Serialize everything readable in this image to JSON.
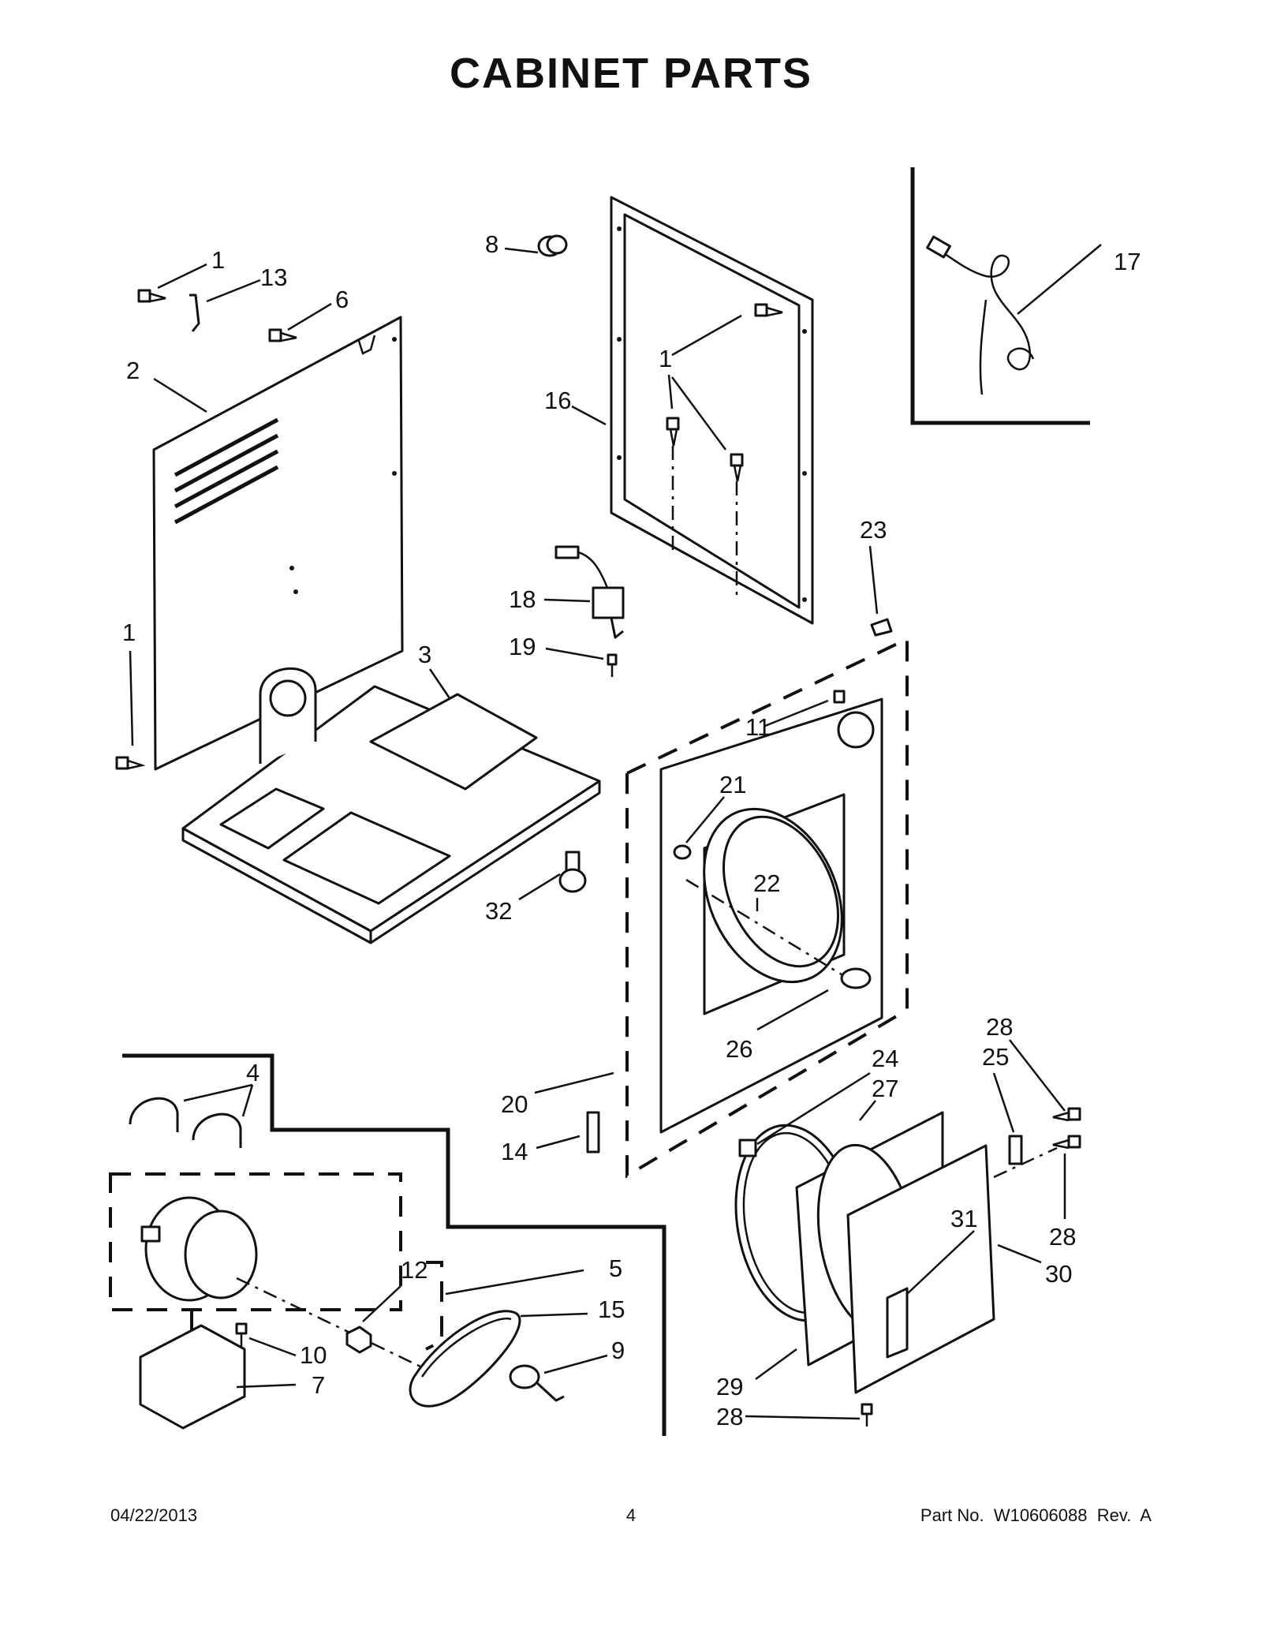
{
  "title": "CABINET PARTS",
  "footer": {
    "date": "04/22/2013",
    "page": "4",
    "part_no": "Part No.  W10606088  Rev.  A"
  },
  "callouts": {
    "c1a": "1",
    "c13": "13",
    "c6": "6",
    "c2": "2",
    "c1b": "1",
    "c3": "3",
    "c8": "8",
    "c1c": "1",
    "c16": "16",
    "c18": "18",
    "c19": "19",
    "c17": "17",
    "c23": "23",
    "c11": "11",
    "c21": "21",
    "c22": "22",
    "c32": "32",
    "c26": "26",
    "c20": "20",
    "c14": "14",
    "c24": "24",
    "c27": "27",
    "c28a": "28",
    "c25": "25",
    "c28b": "28",
    "c31": "31",
    "c30": "30",
    "c29": "29",
    "c28c": "28",
    "c4": "4",
    "c12": "12",
    "c5": "5",
    "c15": "15",
    "c9": "9",
    "c10": "10",
    "c7": "7"
  }
}
